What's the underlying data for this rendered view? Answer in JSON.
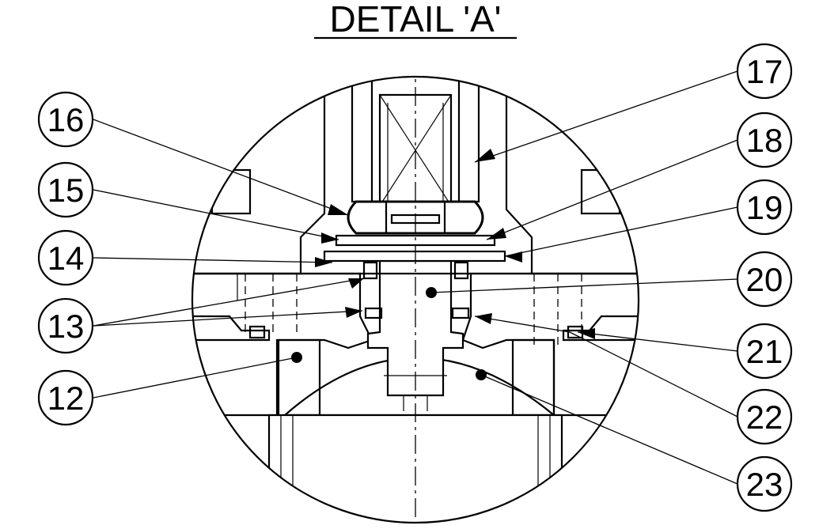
{
  "drawing": {
    "title": "DETAIL 'A'",
    "balloons": [
      {
        "id": "b16",
        "label": "16"
      },
      {
        "id": "b15",
        "label": "15"
      },
      {
        "id": "b14",
        "label": "14"
      },
      {
        "id": "b13",
        "label": "13"
      },
      {
        "id": "b12",
        "label": "12"
      },
      {
        "id": "b17",
        "label": "17"
      },
      {
        "id": "b18",
        "label": "18"
      },
      {
        "id": "b19",
        "label": "19"
      },
      {
        "id": "b20",
        "label": "20"
      },
      {
        "id": "b21",
        "label": "21"
      },
      {
        "id": "b22",
        "label": "22"
      },
      {
        "id": "b23",
        "label": "23"
      }
    ]
  }
}
